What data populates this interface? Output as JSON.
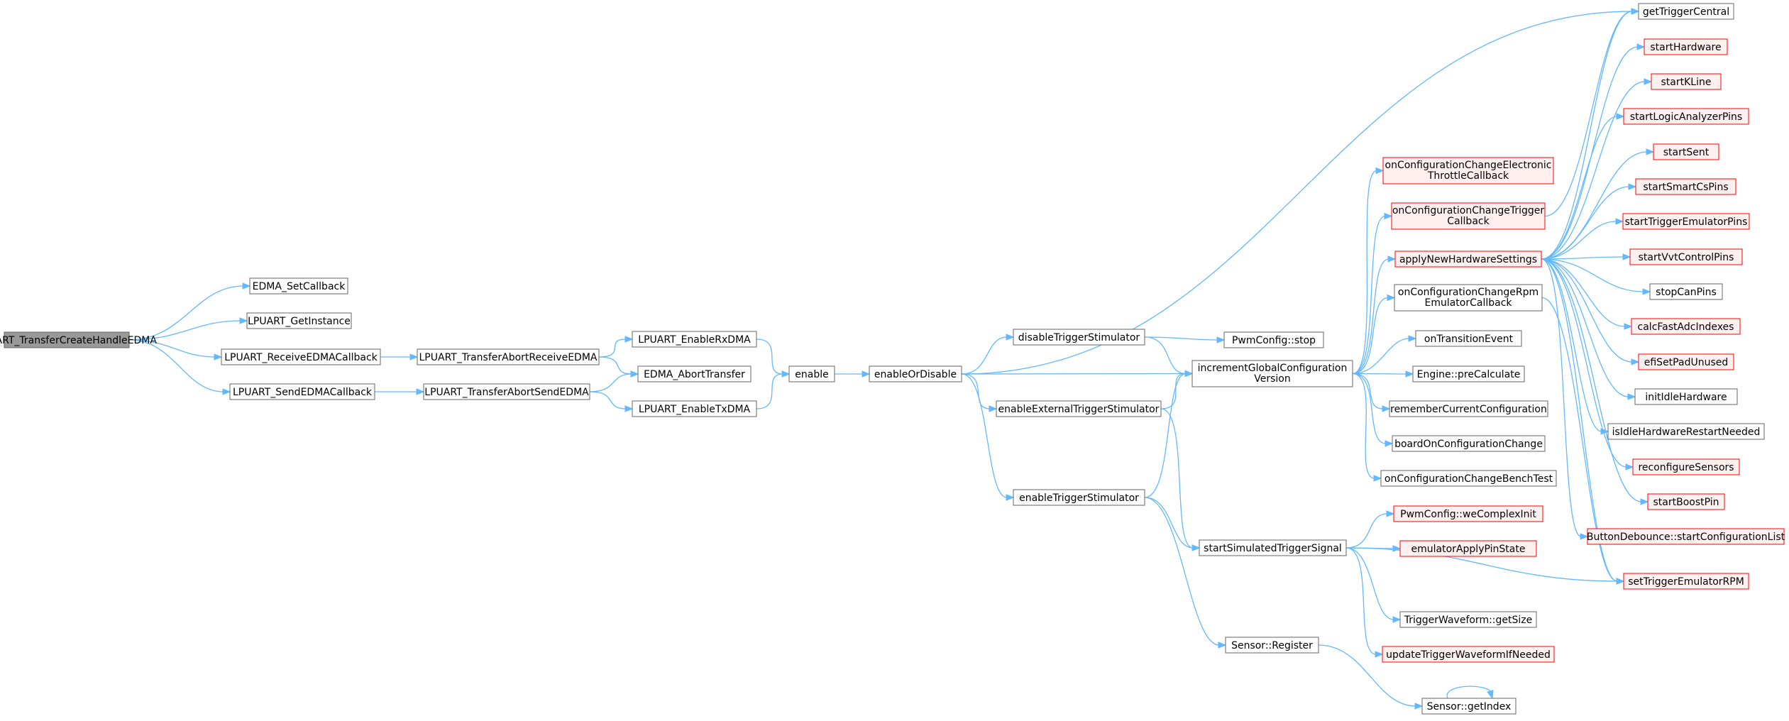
{
  "diagram": {
    "type": "call-graph",
    "root": "LPUART_TransferCreateHandleEDMA",
    "colors": {
      "root_fill": "#999999",
      "node_fill": "#ffffff",
      "node_border": "#666666",
      "truncated_border": "#ff0000",
      "truncated_fill": "#fff0f0",
      "edge": "#63b8ff"
    },
    "nodes": [
      {
        "id": "root",
        "lines": [
          "LPUART_TransferCreateHandleEDMA"
        ],
        "style": "root"
      },
      {
        "id": "edma_setcb",
        "lines": [
          "EDMA_SetCallback"
        ],
        "style": "normal"
      },
      {
        "id": "lpuart_getinst",
        "lines": [
          "LPUART_GetInstance"
        ],
        "style": "normal"
      },
      {
        "id": "lpuart_recvcb",
        "lines": [
          "LPUART_ReceiveEDMACallback"
        ],
        "style": "normal"
      },
      {
        "id": "lpuart_sendcb",
        "lines": [
          "LPUART_SendEDMACallback"
        ],
        "style": "normal"
      },
      {
        "id": "lpuart_abortrecv",
        "lines": [
          "LPUART_TransferAbortReceiveEDMA"
        ],
        "style": "normal"
      },
      {
        "id": "lpuart_abortsend",
        "lines": [
          "LPUART_TransferAbortSendEDMA"
        ],
        "style": "normal"
      },
      {
        "id": "lpuart_enrx",
        "lines": [
          "LPUART_EnableRxDMA"
        ],
        "style": "normal"
      },
      {
        "id": "edma_abort",
        "lines": [
          "EDMA_AbortTransfer"
        ],
        "style": "normal"
      },
      {
        "id": "lpuart_entx",
        "lines": [
          "LPUART_EnableTxDMA"
        ],
        "style": "normal"
      },
      {
        "id": "enable",
        "lines": [
          "enable"
        ],
        "style": "normal"
      },
      {
        "id": "enableordisable",
        "lines": [
          "enableOrDisable"
        ],
        "style": "normal"
      },
      {
        "id": "disabletrig",
        "lines": [
          "disableTriggerStimulator"
        ],
        "style": "normal"
      },
      {
        "id": "enableexttrig",
        "lines": [
          "enableExternalTriggerStimulator"
        ],
        "style": "normal"
      },
      {
        "id": "enabletrig",
        "lines": [
          "enableTriggerStimulator"
        ],
        "style": "normal"
      },
      {
        "id": "pwmstop",
        "lines": [
          "PwmConfig::stop"
        ],
        "style": "normal"
      },
      {
        "id": "incglobal",
        "lines": [
          "incrementGlobalConfiguration",
          "Version"
        ],
        "style": "normal"
      },
      {
        "id": "startsim",
        "lines": [
          "startSimulatedTriggerSignal"
        ],
        "style": "normal"
      },
      {
        "id": "sensorreg",
        "lines": [
          "Sensor::Register"
        ],
        "style": "normal"
      },
      {
        "id": "onconfetb",
        "lines": [
          "onConfigurationChangeElectronic",
          "ThrottleCallback"
        ],
        "style": "truncated"
      },
      {
        "id": "onconftrig",
        "lines": [
          "onConfigurationChangeTrigger",
          "Callback"
        ],
        "style": "truncated"
      },
      {
        "id": "applynew",
        "lines": [
          "applyNewHardwareSettings"
        ],
        "style": "truncated"
      },
      {
        "id": "onconfrpm",
        "lines": [
          "onConfigurationChangeRpm",
          "EmulatorCallback"
        ],
        "style": "normal"
      },
      {
        "id": "ontransition",
        "lines": [
          "onTransitionEvent"
        ],
        "style": "normal"
      },
      {
        "id": "engineprecalc",
        "lines": [
          "Engine::preCalculate"
        ],
        "style": "normal"
      },
      {
        "id": "remembercur",
        "lines": [
          "rememberCurrentConfiguration"
        ],
        "style": "normal"
      },
      {
        "id": "boardonconf",
        "lines": [
          "boardOnConfigurationChange"
        ],
        "style": "normal"
      },
      {
        "id": "onconfbench",
        "lines": [
          "onConfigurationChangeBenchTest"
        ],
        "style": "normal"
      },
      {
        "id": "pwmwecomplex",
        "lines": [
          "PwmConfig::weComplexInit"
        ],
        "style": "truncated"
      },
      {
        "id": "emulatorapply",
        "lines": [
          "emulatorApplyPinState"
        ],
        "style": "truncated"
      },
      {
        "id": "trigwaveget",
        "lines": [
          "TriggerWaveform::getSize"
        ],
        "style": "normal"
      },
      {
        "id": "updatetrigwave",
        "lines": [
          "updateTriggerWaveformIfNeeded"
        ],
        "style": "truncated"
      },
      {
        "id": "sensorgetidx",
        "lines": [
          "Sensor::getIndex"
        ],
        "style": "normal"
      },
      {
        "id": "gettrigcentral",
        "lines": [
          "getTriggerCentral"
        ],
        "style": "normal"
      },
      {
        "id": "starthw",
        "lines": [
          "startHardware"
        ],
        "style": "truncated"
      },
      {
        "id": "startkline",
        "lines": [
          "startKLine"
        ],
        "style": "truncated"
      },
      {
        "id": "startlogic",
        "lines": [
          "startLogicAnalyzerPins"
        ],
        "style": "truncated"
      },
      {
        "id": "startsent",
        "lines": [
          "startSent"
        ],
        "style": "truncated"
      },
      {
        "id": "startsmartcs",
        "lines": [
          "startSmartCsPins"
        ],
        "style": "truncated"
      },
      {
        "id": "starttrigemu",
        "lines": [
          "startTriggerEmulatorPins"
        ],
        "style": "truncated"
      },
      {
        "id": "startvvt",
        "lines": [
          "startVvtControlPins"
        ],
        "style": "truncated"
      },
      {
        "id": "stopcan",
        "lines": [
          "stopCanPins"
        ],
        "style": "normal"
      },
      {
        "id": "calcfastadc",
        "lines": [
          "calcFastAdcIndexes"
        ],
        "style": "truncated"
      },
      {
        "id": "efisetpad",
        "lines": [
          "efiSetPadUnused"
        ],
        "style": "truncated"
      },
      {
        "id": "initidle",
        "lines": [
          "initIdleHardware"
        ],
        "style": "normal"
      },
      {
        "id": "isidlerestart",
        "lines": [
          "isIdleHardwareRestartNeeded"
        ],
        "style": "normal"
      },
      {
        "id": "reconfsensors",
        "lines": [
          "reconfigureSensors"
        ],
        "style": "truncated"
      },
      {
        "id": "startboost",
        "lines": [
          "startBoostPin"
        ],
        "style": "truncated"
      },
      {
        "id": "buttondebounce",
        "lines": [
          "ButtonDebounce::startConfigurationList"
        ],
        "style": "truncated"
      },
      {
        "id": "settrigemurpm",
        "lines": [
          "setTriggerEmulatorRPM"
        ],
        "style": "truncated"
      }
    ],
    "edges": [
      {
        "from": "root",
        "to": "edma_setcb"
      },
      {
        "from": "root",
        "to": "lpuart_getinst"
      },
      {
        "from": "root",
        "to": "lpuart_recvcb"
      },
      {
        "from": "root",
        "to": "lpuart_sendcb"
      },
      {
        "from": "lpuart_recvcb",
        "to": "lpuart_abortrecv"
      },
      {
        "from": "lpuart_sendcb",
        "to": "lpuart_abortsend"
      },
      {
        "from": "lpuart_abortrecv",
        "to": "lpuart_enrx"
      },
      {
        "from": "lpuart_abortrecv",
        "to": "edma_abort"
      },
      {
        "from": "lpuart_abortsend",
        "to": "edma_abort"
      },
      {
        "from": "lpuart_abortsend",
        "to": "lpuart_entx"
      },
      {
        "from": "lpuart_enrx",
        "to": "enable"
      },
      {
        "from": "lpuart_entx",
        "to": "enable"
      },
      {
        "from": "enable",
        "to": "enableordisable"
      },
      {
        "from": "enableordisable",
        "to": "gettrigcentral"
      },
      {
        "from": "enableordisable",
        "to": "disabletrig"
      },
      {
        "from": "enableordisable",
        "to": "incglobal"
      },
      {
        "from": "enableordisable",
        "to": "enableexttrig"
      },
      {
        "from": "enableordisable",
        "to": "enabletrig"
      },
      {
        "from": "disabletrig",
        "to": "pwmstop"
      },
      {
        "from": "disabletrig",
        "to": "incglobal"
      },
      {
        "from": "enableexttrig",
        "to": "incglobal"
      },
      {
        "from": "enableexttrig",
        "to": "startsim"
      },
      {
        "from": "enabletrig",
        "to": "incglobal"
      },
      {
        "from": "enabletrig",
        "to": "startsim"
      },
      {
        "from": "enabletrig",
        "to": "sensorreg"
      },
      {
        "from": "incglobal",
        "to": "onconfetb"
      },
      {
        "from": "incglobal",
        "to": "onconftrig"
      },
      {
        "from": "incglobal",
        "to": "applynew"
      },
      {
        "from": "incglobal",
        "to": "onconfrpm"
      },
      {
        "from": "incglobal",
        "to": "ontransition"
      },
      {
        "from": "incglobal",
        "to": "engineprecalc"
      },
      {
        "from": "incglobal",
        "to": "remembercur"
      },
      {
        "from": "incglobal",
        "to": "boardonconf"
      },
      {
        "from": "incglobal",
        "to": "onconfbench"
      },
      {
        "from": "onconftrig",
        "to": "gettrigcentral"
      },
      {
        "from": "onconfrpm",
        "to": "settrigemurpm"
      },
      {
        "from": "applynew",
        "to": "gettrigcentral"
      },
      {
        "from": "applynew",
        "to": "starthw"
      },
      {
        "from": "applynew",
        "to": "startkline"
      },
      {
        "from": "applynew",
        "to": "startlogic"
      },
      {
        "from": "applynew",
        "to": "startsent"
      },
      {
        "from": "applynew",
        "to": "startsmartcs"
      },
      {
        "from": "applynew",
        "to": "starttrigemu"
      },
      {
        "from": "applynew",
        "to": "startvvt"
      },
      {
        "from": "applynew",
        "to": "stopcan"
      },
      {
        "from": "applynew",
        "to": "calcfastadc"
      },
      {
        "from": "applynew",
        "to": "efisetpad"
      },
      {
        "from": "applynew",
        "to": "initidle"
      },
      {
        "from": "applynew",
        "to": "isidlerestart"
      },
      {
        "from": "applynew",
        "to": "reconfsensors"
      },
      {
        "from": "applynew",
        "to": "startboost"
      },
      {
        "from": "applynew",
        "to": "buttondebounce"
      },
      {
        "from": "applynew",
        "to": "settrigemurpm"
      },
      {
        "from": "startsim",
        "to": "pwmwecomplex"
      },
      {
        "from": "startsim",
        "to": "emulatorapply"
      },
      {
        "from": "startsim",
        "to": "settrigemurpm"
      },
      {
        "from": "startsim",
        "to": "trigwaveget"
      },
      {
        "from": "startsim",
        "to": "updatetrigwave"
      },
      {
        "from": "sensorreg",
        "to": "sensorgetidx"
      },
      {
        "from": "sensorgetidx",
        "to": "sensorgetidx"
      }
    ]
  }
}
